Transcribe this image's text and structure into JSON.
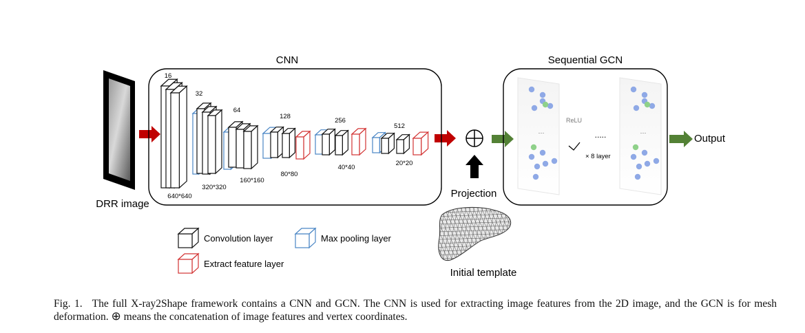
{
  "cnn": {
    "title": "CNN",
    "channels": [
      "16",
      "32",
      "64",
      "128",
      "256",
      "512"
    ],
    "sizes": [
      "640*640",
      "320*320",
      "160*160",
      "80*80",
      "40*40",
      "20*20"
    ]
  },
  "gcn": {
    "title": "Sequential GCN",
    "relu_label": "ReLU",
    "ellipsis": "···",
    "between_dots": ".....",
    "repeat_label": "× 8 layer"
  },
  "input": {
    "label": "DRR image"
  },
  "output": {
    "label": "Output"
  },
  "projection": {
    "label": "Projection"
  },
  "template": {
    "label": "Initial template"
  },
  "legend": {
    "convolution": "Convolution layer",
    "max_pooling": "Max pooling layer",
    "extract_feature": "Extract feature layer"
  },
  "colors": {
    "conv": "#111111",
    "pool": "#4a86c5",
    "extract": "#d33333",
    "red_arrow": "#c00000",
    "green_arrow": "#538135",
    "node_blue": "#8fa9e6",
    "node_green": "#8fd18a"
  },
  "caption": {
    "fig_label": "Fig. 1.",
    "text_before": "The full X-ray2Shape framework contains a CNN and GCN. The CNN is used for extracting image features from the 2D image, and the GCN is for mesh deformation. ",
    "symbol": "⊕",
    "text_after": " means the concatenation of image features and vertex coordinates."
  }
}
